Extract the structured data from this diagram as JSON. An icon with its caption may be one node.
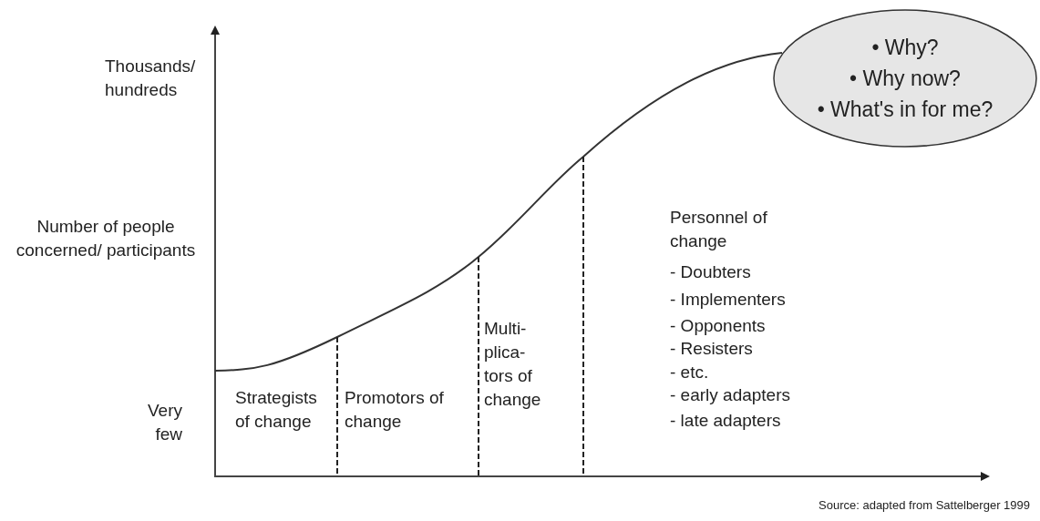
{
  "diagram": {
    "nodes": [
      {
        "text": [
          "• Why?",
          "• Why now?",
          "• What's in for me?"
        ]
      }
    ],
    "labels": [
      "Thousands/ hundreds",
      "Number of people concerned/ participants",
      "Very few",
      "Strategists of change",
      "Promotors of change",
      "Multi- plica- tors of change",
      "Personnel of change",
      "- Doubters",
      "- Implementers",
      "- Opponents",
      "- Resisters",
      "- etc.",
      "- early adapters",
      "- late adapters",
      "Source: adapted from Sattelberger 1999"
    ]
  }
}
